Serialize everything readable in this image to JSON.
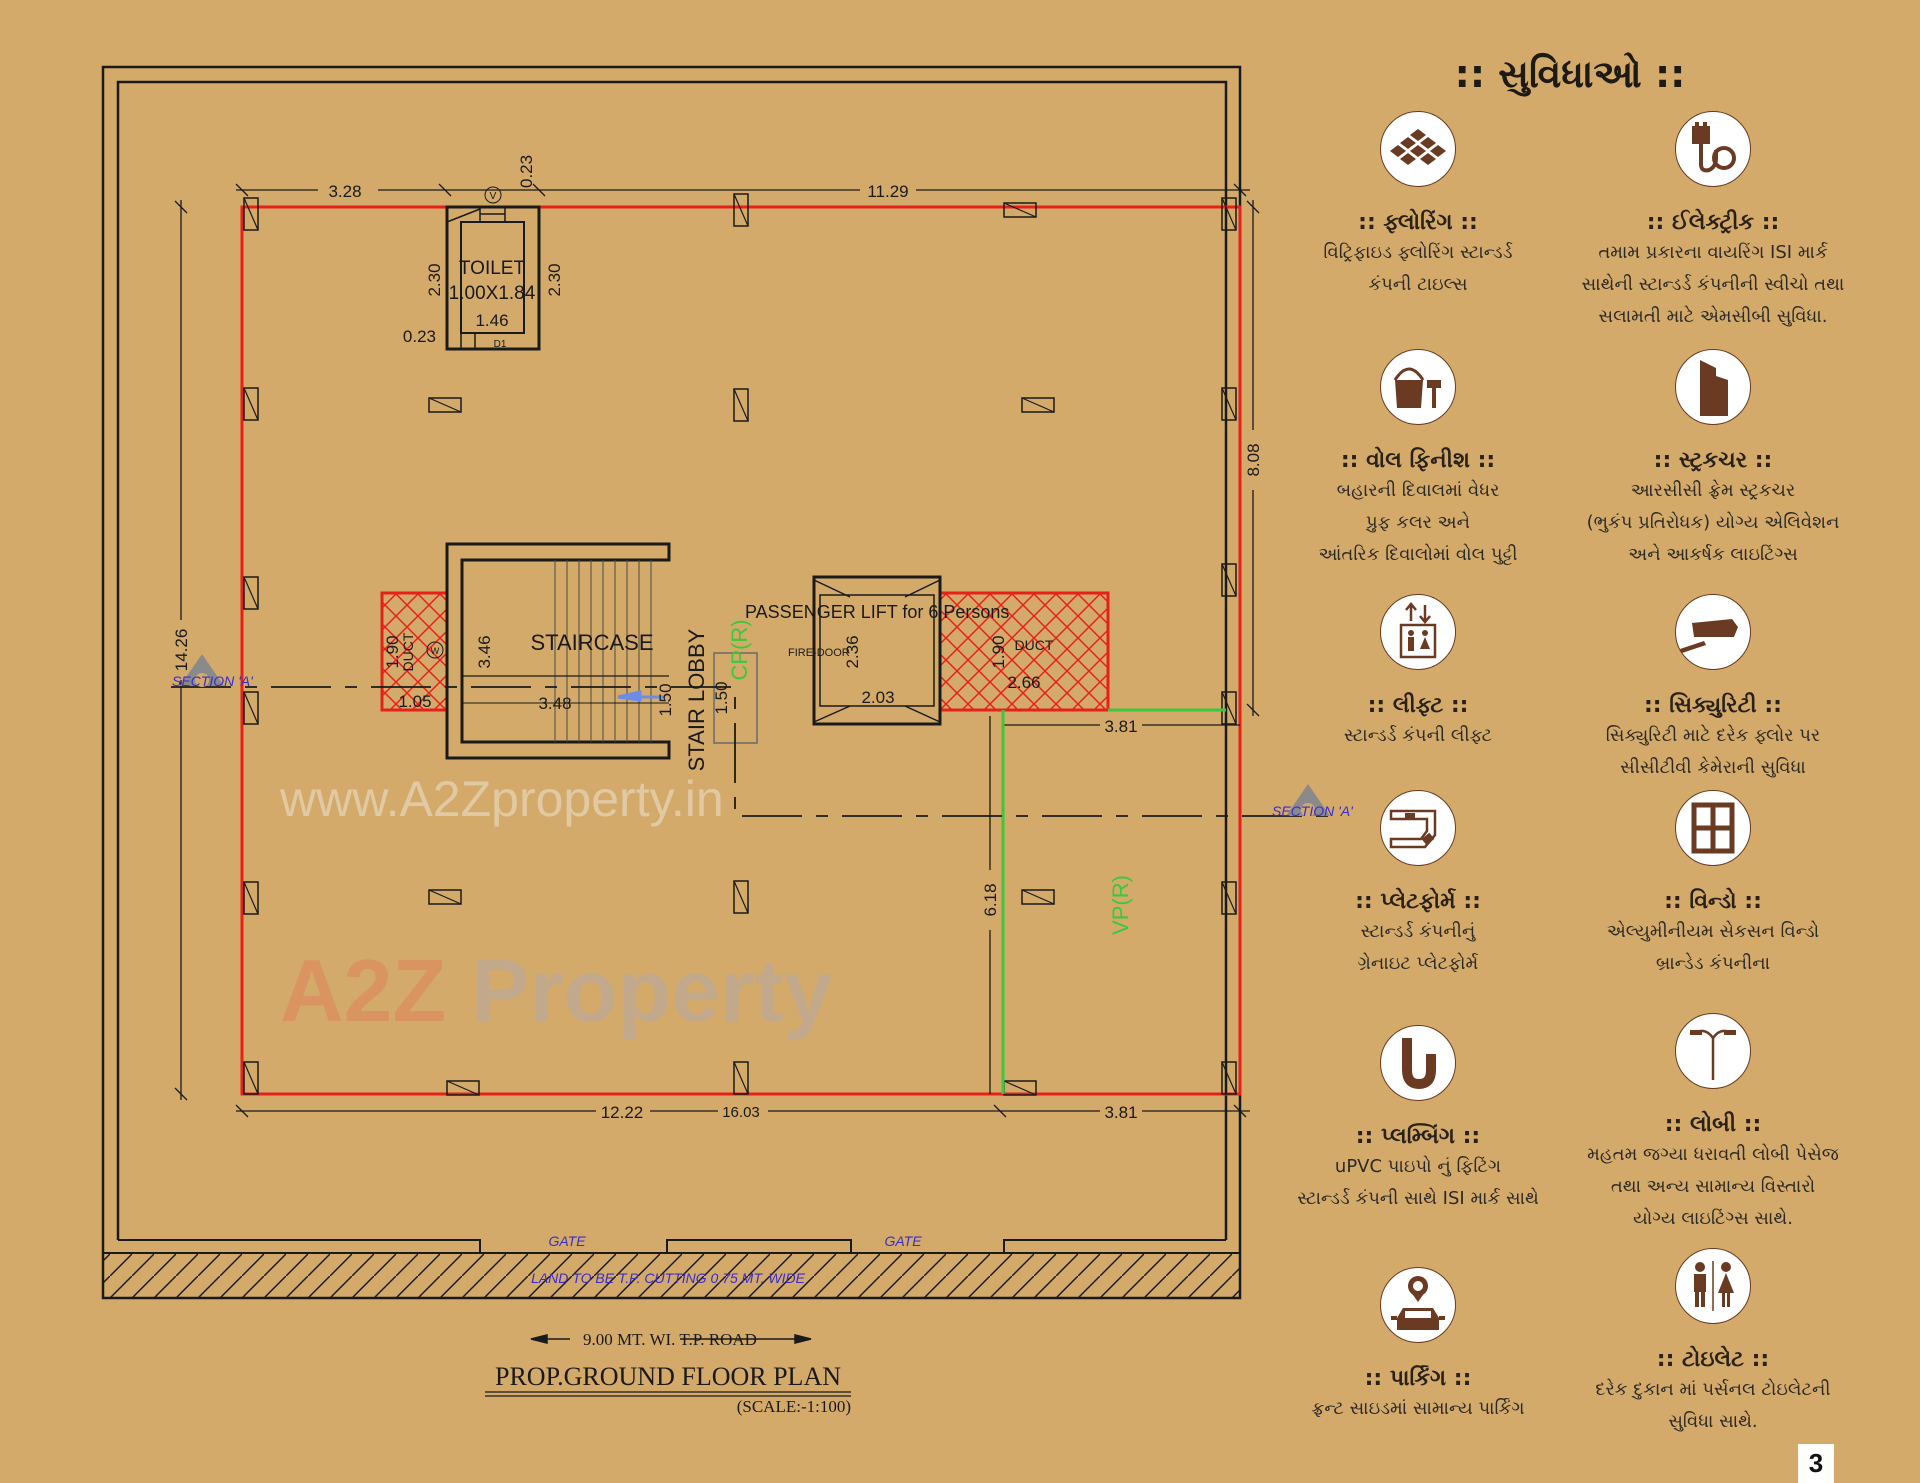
{
  "plan": {
    "dimensions": {
      "top_left": "3.28",
      "top_small": "0.23",
      "top_right": "11.29",
      "left_total": "14.26",
      "right_upper": "8.08",
      "right_lower": "6.18",
      "bottom_left": "12.22",
      "bottom_total": "16.03",
      "bottom_right": "3.81",
      "mid_right": "3.81",
      "toilet_h_left": "2.30",
      "toilet_h_right": "2.30",
      "toilet_w": "1.46",
      "toilet_wall": "0.23",
      "duct_left_h": "1.90",
      "duct_left_w": "1.05",
      "stair_h": "3.46",
      "stair_w": "3.48",
      "lobby_h": "1.50",
      "lobby_small": "1.50",
      "lift_h": "2.36",
      "lift_w": "2.03",
      "duct_right_h": "1.90",
      "duct_right_w": "2.66"
    },
    "labels": {
      "toilet": "TOILET",
      "toilet_size": "1.00X1.84",
      "toilet_door": "D1",
      "toilet_vent": "V",
      "duct_left": "DUCT",
      "duct_w": "W",
      "staircase": "STAIRCASE",
      "stair_lobby": "STAIR LOBBY",
      "cp": "CP(R)",
      "vp": "VP(R)",
      "lift": "PASSENGER LIFT for 6 Persons",
      "fire_door": "FIRE-DOOR",
      "duct_right": "DUCT",
      "section_left": "SECTION 'A'",
      "section_right": "SECTION 'A'",
      "gate_1": "GATE",
      "gate_2": "GATE",
      "land_note": "LAND TO BE T.P. CUTTING 0.75 MT. WIDE",
      "road": "9.00 MT. WI. T.P. ROAD",
      "title": "PROP.GROUND FLOOR PLAN",
      "scale": "(SCALE:-1:100)"
    },
    "colors": {
      "slab_outline": "#e8201a",
      "vp_line": "#3cc83c",
      "duct_hatch": "#e8201a"
    }
  },
  "watermarks": {
    "url": "www.A2Zproperty.in",
    "brand_a": "A2Z",
    "brand_b": "Property"
  },
  "amenities": {
    "title": ":: સુવિધાઓ ::",
    "items": [
      {
        "icon": "flooring-tiles-icon",
        "title": ":: ફ્લોરિંગ ::",
        "lines": [
          "વિટ્રિફાઇડ ફ્લોરિંગ સ્ટાન્ડર્ડ",
          "કંપની ટાઇલ્સ"
        ]
      },
      {
        "icon": "electric-plug-icon",
        "title": ":: ઈલેક્ટ્રીક ::",
        "lines": [
          "તમામ પ્રકારના વાયરિંગ ISI માર્ક",
          "સાથેની સ્ટાન્ડર્ડ કંપનીની સ્વીચો તથા",
          "સલામતી માટે એમસીબી સુવિધા."
        ]
      },
      {
        "icon": "paint-bucket-icon",
        "title": ":: વોલ ફિનીશ ::",
        "lines": [
          "બહારની દિવાલમાં વેધર",
          "પ્રુફ કલર અને",
          "આંતરિક દિવાલોમાં વોલ પુટ્ટી"
        ]
      },
      {
        "icon": "building-icon",
        "title": ":: સ્ટ્રકચર ::",
        "lines": [
          "આરસીસી ફ્રેમ સ્ટ્રકચર",
          "(ભુકંપ પ્રતિરોધક) યોગ્ય એલિવેશન",
          "અને આકર્ષક લાઇટિંગ્સ"
        ]
      },
      {
        "icon": "elevator-icon",
        "title": ":: લીફ્ટ ::",
        "lines": [
          "સ્ટાન્ડર્ડ કંપની લીફ્ટ"
        ]
      },
      {
        "icon": "cctv-camera-icon",
        "title": ":: સિક્યુરિટી ::",
        "lines": [
          "સિક્યુરિટી માટે દરેક ફ્લોર પર",
          "સીસીટીવી કેમેરાની સુવિધા"
        ]
      },
      {
        "icon": "kitchen-platform-icon",
        "title": ":: પ્લેટફોર્મ ::",
        "lines": [
          "સ્ટાન્ડર્ડ કંપનીનું",
          "ગ્રેનાઇટ પ્લેટફોર્મ"
        ]
      },
      {
        "icon": "window-icon",
        "title": ":: વિન્ડો ::",
        "lines": [
          "એલ્યુમીનીયમ સેકસન વિન્ડો",
          "બ્રાન્ડેડ કંપનીના"
        ]
      },
      {
        "icon": "pipe-icon",
        "title": ":: પ્લમ્બિંગ ::",
        "lines": [
          "uPVC પાઇપો નું ફિટિંગ",
          "સ્ટાન્ડર્ડ કંપની સાથે ISI માર્ક સાથે"
        ]
      },
      {
        "icon": "street-lamp-icon",
        "title": ":: લોબી ::",
        "lines": [
          "મહતમ જગ્યા ધરાવતી લોબી પેસેજ",
          "તથા અન્ય સામાન્ય વિસ્તારો",
          "યોગ્ય લાઇટિંગ્સ સાથે."
        ]
      },
      {
        "icon": "parking-car-icon",
        "title": ":: પાર્કિંગ ::",
        "lines": [
          "ફ્રન્ટ સાઇડમાં સામાન્ય પાર્કિંગ"
        ]
      },
      {
        "icon": "restroom-icon",
        "title": ":: ટોઇલેટ ::",
        "lines": [
          "દરેક દુકાન માં પર્સનલ ટોઇલેટની",
          "સુવિધા સાથે."
        ]
      }
    ],
    "icon_color": "#6b3a22"
  },
  "page_number": "3"
}
